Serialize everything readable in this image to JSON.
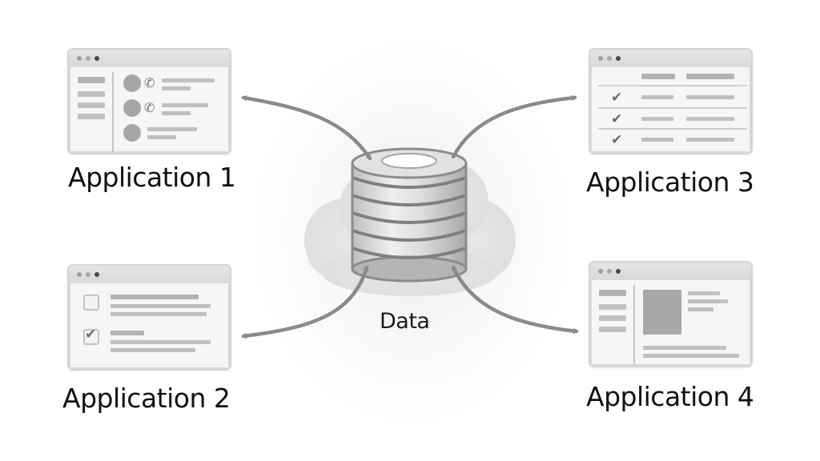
{
  "labels": {
    "app1": "Application 1",
    "app2": "Application 2",
    "app3": "Application 3",
    "app4": "Application 4",
    "data": "Data"
  },
  "icons": {
    "hub": "database-icon",
    "cloud": "cloud-icon",
    "phone": "phone-icon",
    "check": "checkmark-icon"
  },
  "colors": {
    "arrow": "#8a8a8a",
    "window_frame": "#d4d4d4",
    "database_ring": "#7f7f7f"
  }
}
